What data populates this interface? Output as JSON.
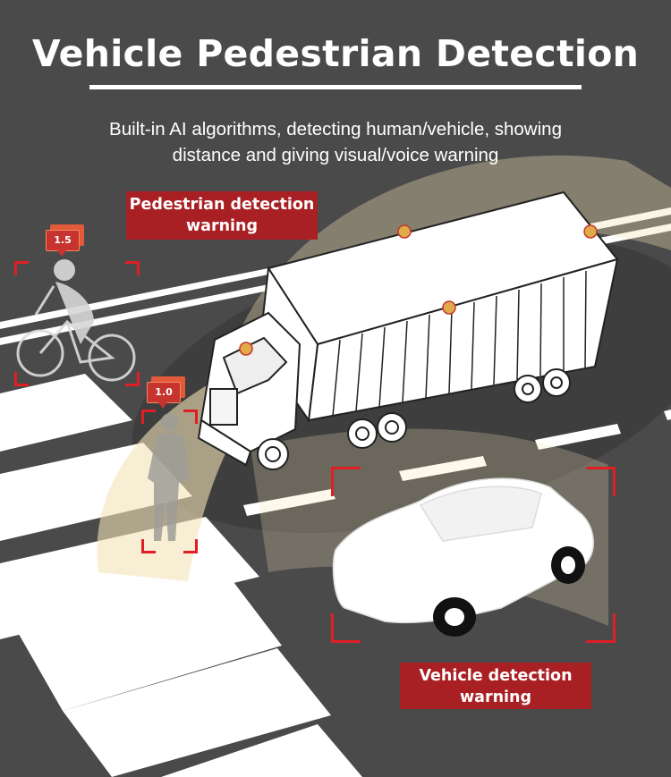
{
  "title": "Vehicle Pedestrian Detection",
  "subtitle_line1": "Built-in AI algorithms, detecting human/vehicle, showing",
  "subtitle_line2": "distance and giving visual/voice warning",
  "pedestrian_warning": {
    "line1": "Pedestrian detection",
    "line2": "warning"
  },
  "vehicle_warning": {
    "line1": "Vehicle detection",
    "line2": "warning"
  },
  "cyclist_distance": "1.5",
  "pedestrian_distance": "1.0",
  "colors": {
    "road": "#4a4a4b",
    "warning_red": "#a92024",
    "frame_red": "#e01e25",
    "sensor_orange": "#e2a94a",
    "beam": "#f3e3b5"
  },
  "icons": [
    "truck-icon",
    "car-icon",
    "cyclist-icon",
    "pedestrian-icon",
    "camera-sensor-icon"
  ]
}
